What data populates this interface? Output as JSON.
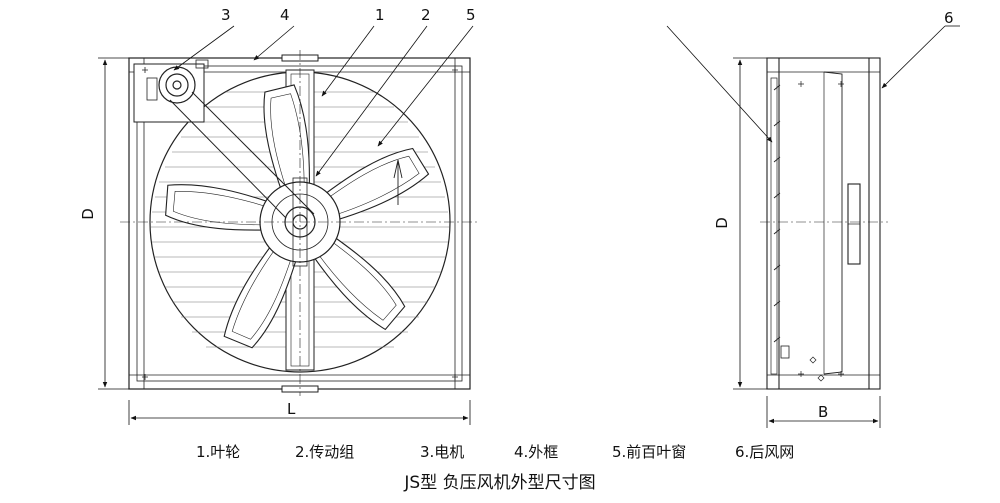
{
  "callouts": [
    "3",
    "4",
    "1",
    "2",
    "5",
    "6"
  ],
  "dimensions": {
    "front_height": "D",
    "front_width": "L",
    "side_height": "D",
    "side_depth": "B"
  },
  "legend": [
    "1.叶轮",
    "2.传动组",
    "3.电机",
    "4.外框",
    "5.前百叶窗",
    "6.后风网"
  ],
  "caption": "JS型 负压风机外型尺寸图"
}
